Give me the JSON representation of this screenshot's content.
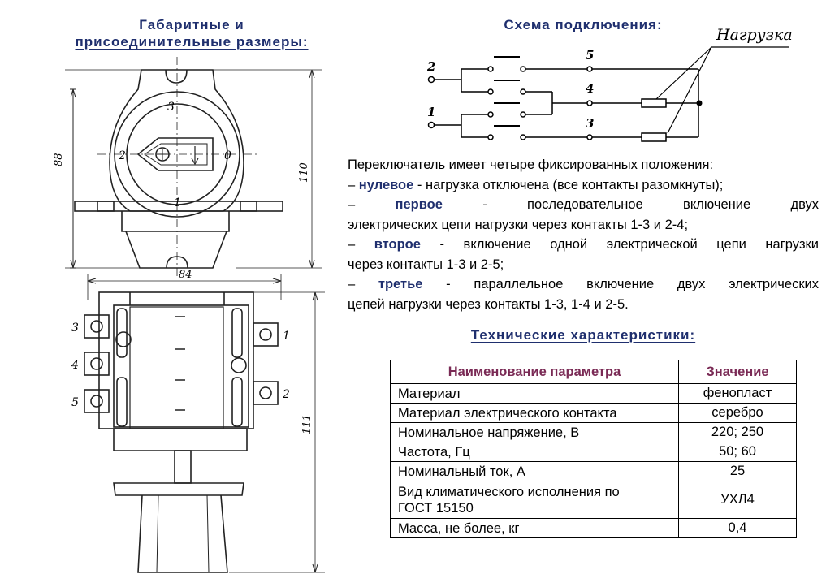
{
  "dimensions_title": [
    "Габаритные и",
    "присоединительные размеры:"
  ],
  "scheme_title": "Схема подключения:",
  "tech_title": "Технические характеристики:",
  "scheme": {
    "load_label": "Нагрузка",
    "terminals": [
      "2",
      "1",
      "5",
      "4",
      "3"
    ]
  },
  "drawing": {
    "dim_88": "88",
    "dim_110": "110",
    "dim_84": "84",
    "dim_111": "111",
    "dial_positions": [
      "3",
      "2",
      "0",
      "1"
    ],
    "terminal_labels": [
      "3",
      "4",
      "5",
      "1",
      "2"
    ]
  },
  "description": {
    "intro": "Переключатель имеет четыре фиксированных положения:",
    "items": [
      {
        "term": "нулевое",
        "line1": " нагрузка отключена (все контакты разомкнуты);",
        "line2": ""
      },
      {
        "term": "первое",
        "line1": " последовательное включение двух",
        "line2": "электрических цепи нагрузки через контакты 1-3 и 2-4;"
      },
      {
        "term": "второе",
        "line1": " включение одной электрической цепи нагрузки",
        "line2": "через контакты 1-3 и 2-5;"
      },
      {
        "term": "третье",
        "line1": " параллельное включение двух электрических",
        "line2": "цепей нагрузки через контакты 1-3, 1-4 и 2-5."
      }
    ]
  },
  "table": {
    "headers": [
      "Наименование параметра",
      "Значение"
    ],
    "rows": [
      [
        "Материал",
        "фенопласт"
      ],
      [
        "Материал электрического контакта",
        "серебро"
      ],
      [
        "Номинальное напряжение, В",
        "220; 250"
      ],
      [
        "Частота, Гц",
        "50; 60"
      ],
      [
        "Номинальный ток,  А",
        "25"
      ],
      [
        "Вид климатического исполнения  по",
        "УХЛ4"
      ],
      [
        "Масса, не более, кг",
        "0,4"
      ]
    ],
    "row6_line2": "ГОСТ 15150"
  }
}
